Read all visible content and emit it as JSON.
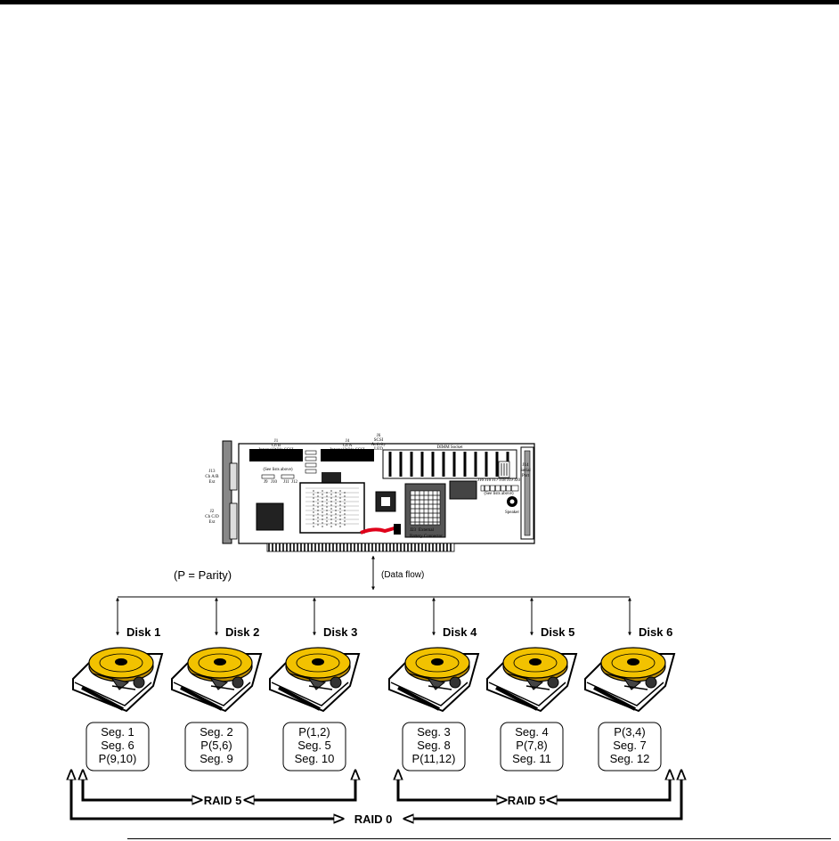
{
  "board": {
    "j1": "J1",
    "j1_ch": "Ch B",
    "j1_desc": "Internal Wide SCSI",
    "j4": "J4",
    "j4_ch": "Ch A",
    "j4_desc": "Internal Wide SCSI",
    "j6": "J6",
    "j6_desc1": "SCSI",
    "j6_desc2": "Activity",
    "j6_desc3": "LED",
    "dimm": "DIMM Socket",
    "see_lists": "(See lists above)",
    "j9": "J9",
    "j10": "J10",
    "j11": "J11",
    "j12": "J12",
    "j13": "J13",
    "j13_ch": "Ch A/B",
    "j13_ext": "Ext",
    "j2": "J2",
    "j2_ch": "Ch C/D",
    "j2_ext": "Ext",
    "j14": "J14",
    "j14_serial": "Serial",
    "j14_port": "Port",
    "jumpers": "J16 J16 J17 J18 J19 J20",
    "see_lists2": "(See lists above)",
    "speaker": "Speaker",
    "j23": "J23",
    "j23_ext": "External",
    "j23_bat": "Battery Connector"
  },
  "notes": {
    "parity": "(P = Parity)",
    "data_flow": "(Data flow)"
  },
  "disks": [
    {
      "label": "Disk 1",
      "segs": [
        "Seg. 1",
        "Seg. 6",
        "P(9,10)"
      ]
    },
    {
      "label": "Disk 2",
      "segs": [
        "Seg. 2",
        "P(5,6)",
        "Seg. 9"
      ]
    },
    {
      "label": "Disk 3",
      "segs": [
        "P(1,2)",
        "Seg. 5",
        "Seg. 10"
      ]
    },
    {
      "label": "Disk 4",
      "segs": [
        "Seg. 3",
        "Seg. 8",
        "P(11,12)"
      ]
    },
    {
      "label": "Disk 5",
      "segs": [
        "Seg. 4",
        "P(7,8)",
        "Seg. 11"
      ]
    },
    {
      "label": "Disk 6",
      "segs": [
        "P(3,4)",
        "Seg. 7",
        "Seg. 12"
      ]
    }
  ],
  "raid": {
    "left": "RAID 5",
    "right": "RAID 5",
    "bottom": "RAID 0"
  },
  "colors": {
    "platter": "#f2c200",
    "platter_dark": "#b88a00",
    "connector": "#e0001a"
  }
}
